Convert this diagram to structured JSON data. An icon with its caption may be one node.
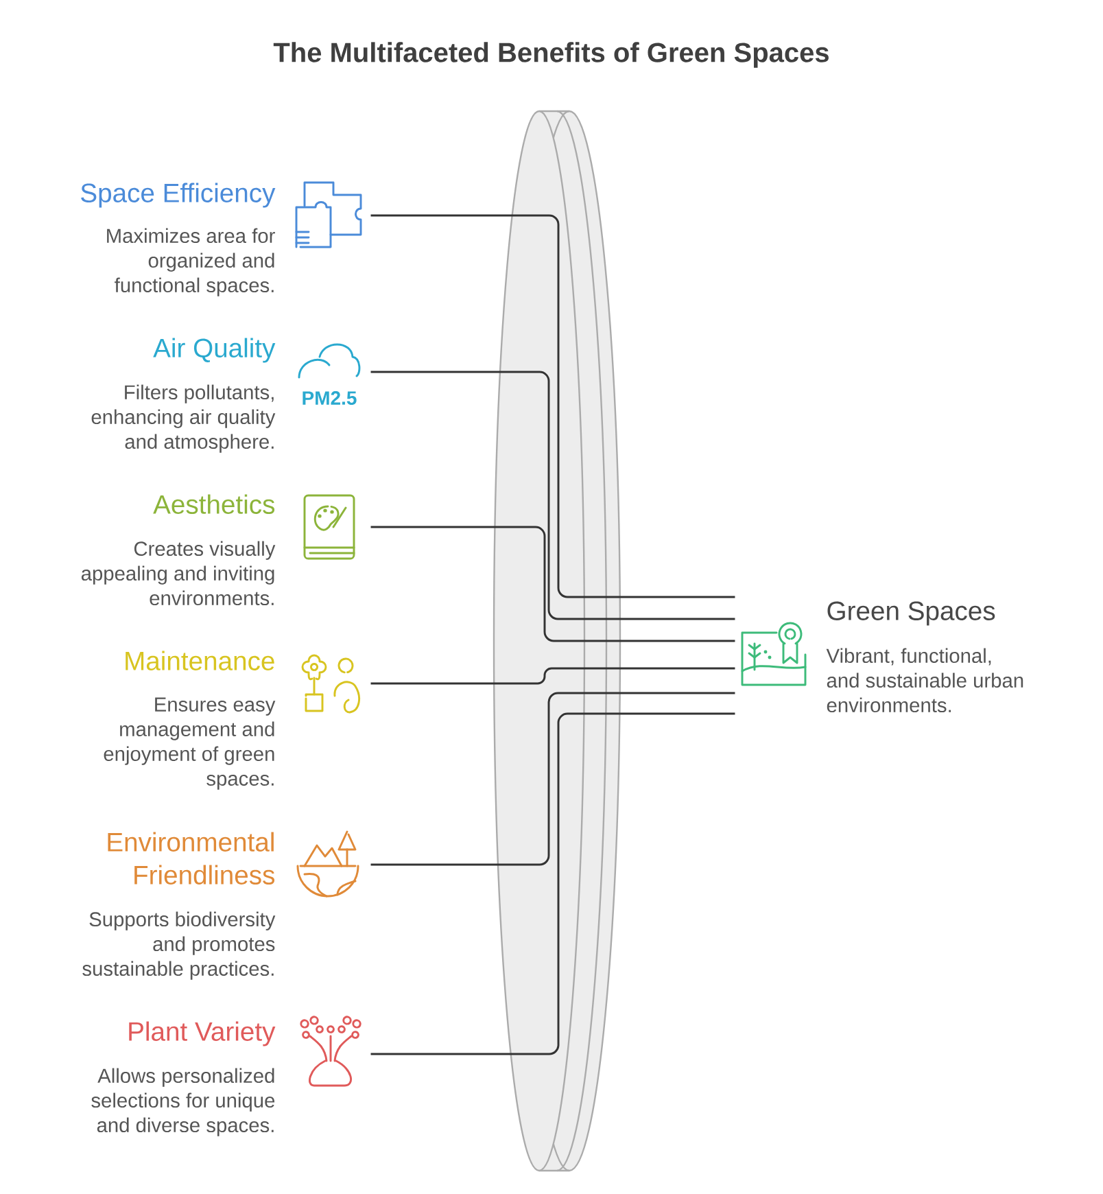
{
  "diagram": {
    "title": "The Multifaceted Benefits of Green Spaces",
    "nodes": [
      {
        "text": [
          "Space Efficiency",
          "Maximizes area for organized and functional spaces."
        ]
      },
      {
        "text": [
          "Air Quality",
          "Filters pollutants, enhancing air quality and atmosphere.",
          "PM2.5"
        ]
      },
      {
        "text": [
          "Aesthetics",
          "Creates visually appealing and inviting environments."
        ]
      },
      {
        "text": [
          "Maintenance",
          "Ensures easy management and enjoyment of green spaces."
        ]
      },
      {
        "text": [
          "Environmental Friendliness",
          "Supports biodiversity and promotes sustainable practices."
        ]
      },
      {
        "text": [
          "Plant Variety",
          "Allows personalized selections for unique and diverse spaces."
        ]
      },
      {
        "text": [
          "Green Spaces",
          "Vibrant, functional, and sustainable urban environments."
        ]
      }
    ],
    "edges": [
      {
        "from": 0,
        "to": 6,
        "arrow": "none"
      },
      {
        "from": 1,
        "to": 6,
        "arrow": "none"
      },
      {
        "from": 2,
        "to": 6,
        "arrow": "none"
      },
      {
        "from": 3,
        "to": 6,
        "arrow": "none"
      },
      {
        "from": 4,
        "to": 6,
        "arrow": "none"
      },
      {
        "from": 5,
        "to": 6,
        "arrow": "none"
      }
    ]
  }
}
